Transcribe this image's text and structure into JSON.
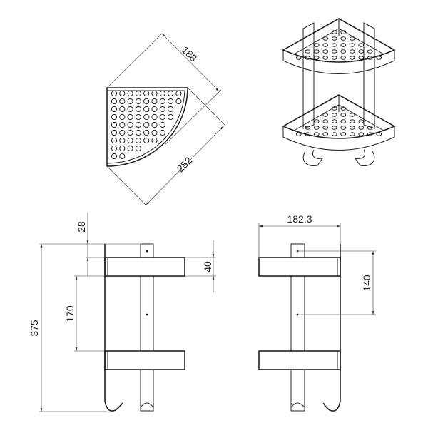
{
  "colors": {
    "line": "#222222",
    "background": "#ffffff"
  },
  "views": {
    "top_view": {
      "dimensions": {
        "depth": "188",
        "diagonal": "252"
      }
    },
    "perspective_view": {},
    "front_view": {
      "dimensions": {
        "total_height": "375",
        "top_offset": "28",
        "shelf_spacing": "170",
        "shelf_height": "40"
      }
    },
    "side_view": {
      "dimensions": {
        "width": "182.3",
        "hole_spacing": "140"
      }
    }
  }
}
